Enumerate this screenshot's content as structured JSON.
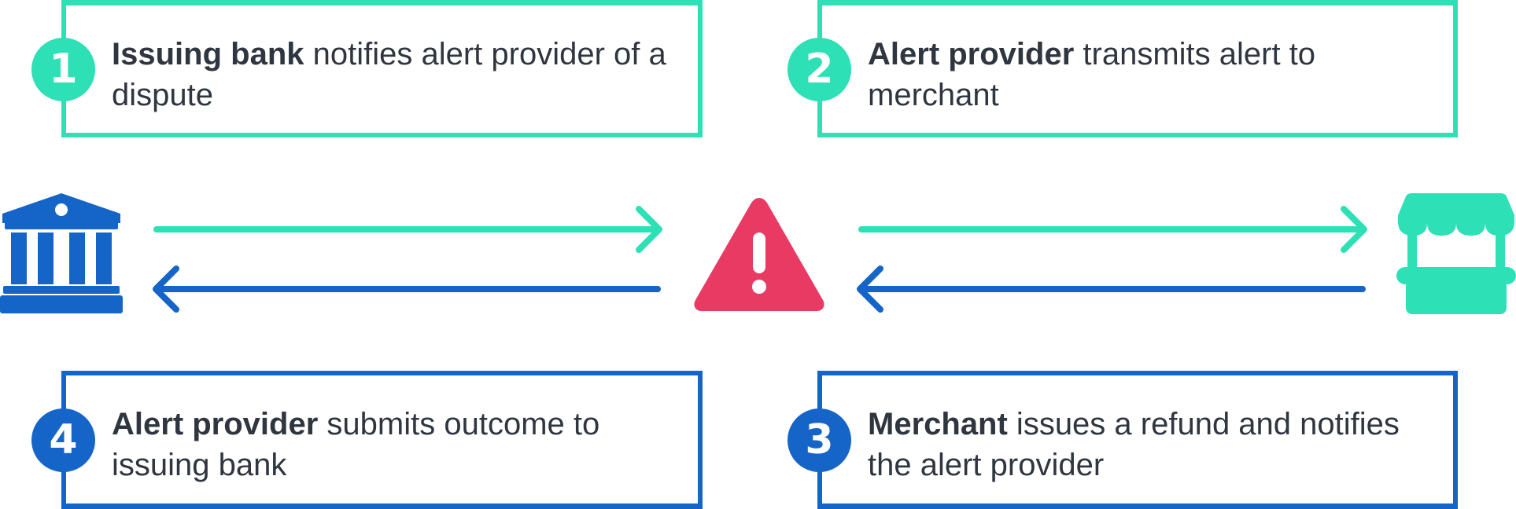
{
  "steps": [
    {
      "number": "1",
      "bold": "Issuing bank",
      "text": " notifies alert provider of a dispute"
    },
    {
      "number": "2",
      "bold": "Alert provider",
      "text": " transmits alert to merchant"
    },
    {
      "number": "3",
      "bold": "Merchant",
      "text": " issues a refund and notifies the alert provider"
    },
    {
      "number": "4",
      "bold": "Alert provider",
      "text": " submits outcome to issuing bank"
    }
  ],
  "nodes": [
    {
      "icon": "bank-icon"
    },
    {
      "icon": "alert-warning-icon"
    },
    {
      "icon": "merchant-store-icon"
    }
  ],
  "colors": {
    "teal": "#2ee0b6",
    "blue": "#1565c9",
    "alert_red": "#e83a62",
    "text": "#2f3640"
  }
}
